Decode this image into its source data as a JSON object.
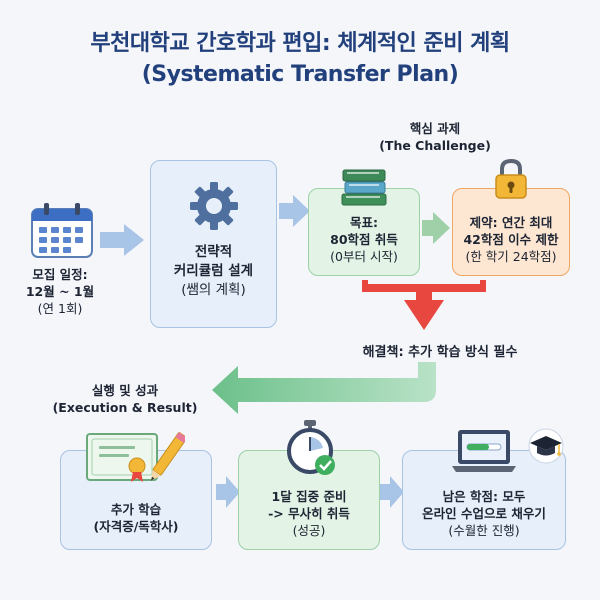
{
  "title": {
    "line1": "부천대학교 간호학과 편입: 체계적인 준비 계획",
    "line2": "(Systematic Transfer Plan)"
  },
  "challenge_header": {
    "line1": "핵심 과제",
    "line2": "(The Challenge)"
  },
  "recruitment": {
    "line1": "모집 일정:",
    "line2": "12월 ~ 1월",
    "line3": "(연 1회)"
  },
  "strategy": {
    "line1": "전략적",
    "line2": "커리큘럼 설계",
    "line3": "(쌤의 계획)"
  },
  "goal": {
    "line1": "목표:",
    "line2": "80학점 취득",
    "line3": "(0부터 시작)"
  },
  "constraint": {
    "line1": "제약: 연간 최대",
    "line2": "42학점 이수 제한",
    "line3": "(한 학기 24학점)"
  },
  "solution": "해결책: 추가 학습 방식 필수",
  "execution_header": {
    "line1": "실행 및 성과",
    "line2": "(Execution & Result)"
  },
  "extra": {
    "line1": "추가 학습",
    "line2": "(자격증/독학사)"
  },
  "intensive": {
    "line1": "1달 집중 준비",
    "line2": "-> 무사히 취득",
    "line3": "(성공)"
  },
  "remaining": {
    "line1": "남은 학점: 모두",
    "line2": "온라인 수업으로 채우기",
    "line3": "(수월한 진행)"
  },
  "colors": {
    "title": "#22407c",
    "blue_box": "#e6effa",
    "green_box": "#e3f3e6",
    "orange_box": "#fde7d2",
    "red_arrow": "#e8473f",
    "green_arrow": "#7fc79a",
    "blue_arrow": "#a8c4e6"
  }
}
